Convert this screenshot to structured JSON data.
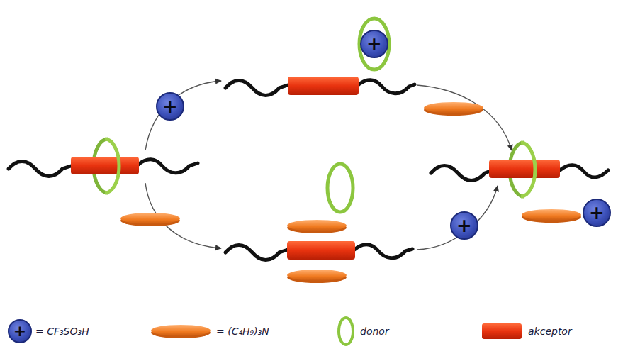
{
  "diagram": {
    "nodes": [
      {
        "text": [
          "+"
        ]
      },
      {
        "text": [
          "+"
        ]
      },
      {
        "text": [
          "+"
        ]
      },
      {
        "text": [
          "+"
        ]
      },
      {
        "text": [
          "+"
        ]
      }
    ],
    "legend": [
      {
        "text": "= CF₃SO₃H"
      },
      {
        "text": "= (C₄H₉)₃N"
      },
      {
        "text": "donor"
      },
      {
        "text": "akceptor"
      }
    ]
  }
}
